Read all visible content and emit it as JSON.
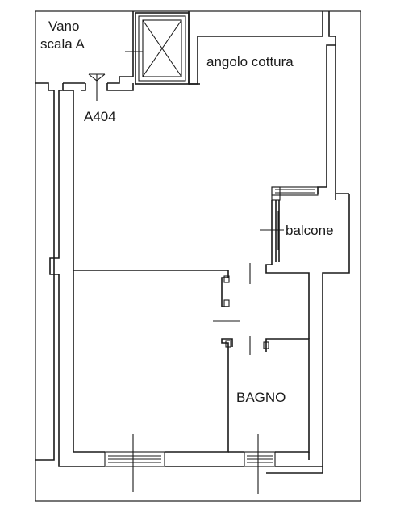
{
  "labels": {
    "stair_line1": "Vano",
    "stair_line2": "scala A",
    "kitchen": "angolo cottura",
    "unit_id": "A404",
    "balcony": "balcone",
    "bathroom": "BAGNO"
  }
}
